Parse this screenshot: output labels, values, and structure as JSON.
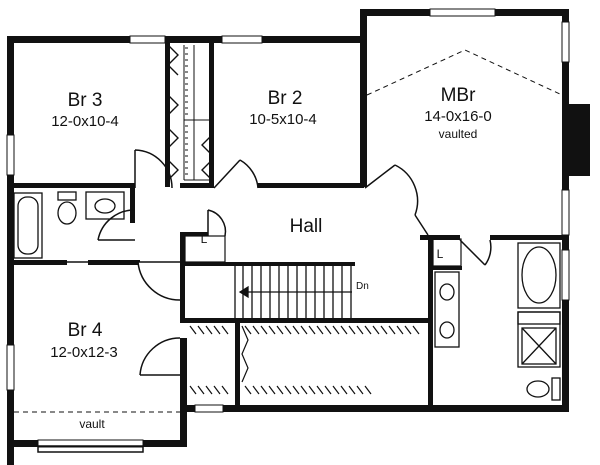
{
  "rooms": {
    "br3": {
      "name": "Br 3",
      "size": "12-0x10-4"
    },
    "br2": {
      "name": "Br 2",
      "size": "10-5x10-4"
    },
    "mbr": {
      "name": "MBr",
      "size": "14-0x16-0",
      "note": "vaulted"
    },
    "br4": {
      "name": "Br 4",
      "size": "12-0x12-3"
    },
    "hall": {
      "name": "Hall"
    }
  },
  "labels": {
    "linen_1": "L",
    "linen_2": "L",
    "stairs_down": "Dn",
    "vault": "vault"
  }
}
